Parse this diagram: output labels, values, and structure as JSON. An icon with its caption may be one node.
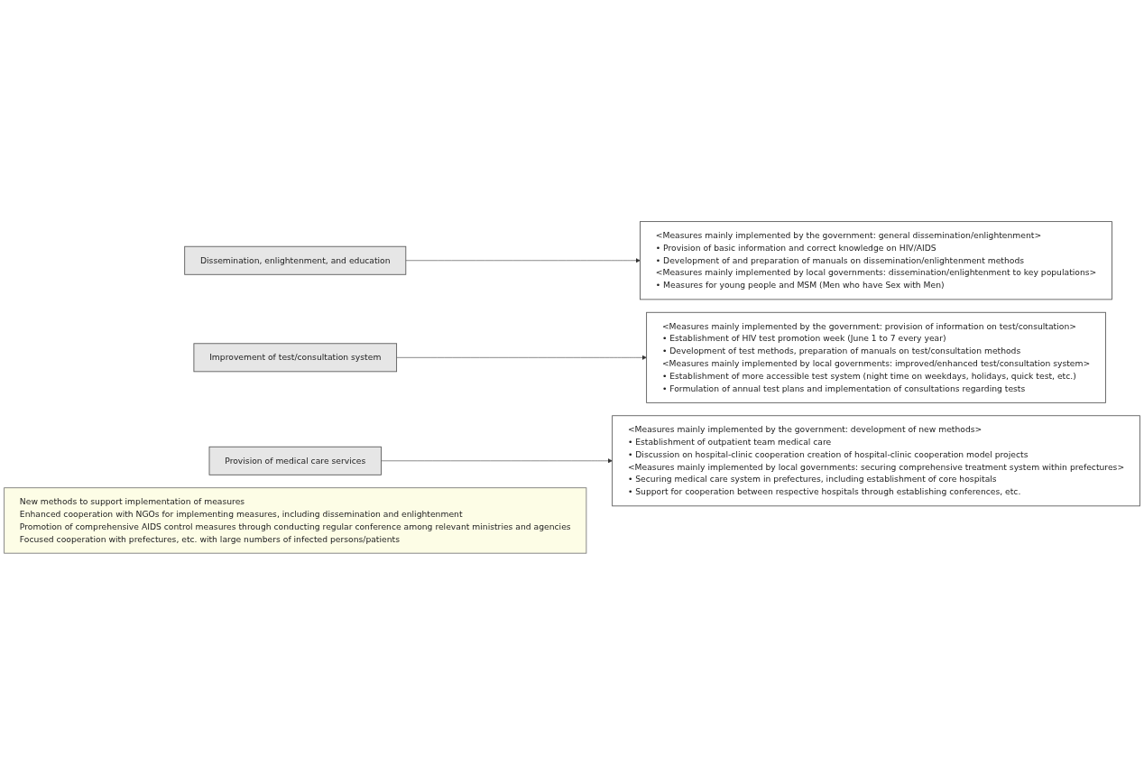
{
  "diagram": {
    "nodes": [
      {
        "text": [
          "Dissemination, enlightenment, and education"
        ]
      },
      {
        "text": [
          "<Measures mainly implemented by the government: general dissemination/enlightenment>",
          "• Provision of basic information and correct knowledge on HIV/AIDS",
          "• Development of and preparation of manuals on dissemination/enlightenment methods",
          "<Measures mainly implemented by local governments: dissemination/enlightenment to key populations>",
          "• Measures for young people and MSM (Men who have Sex with Men)"
        ]
      },
      {
        "text": [
          "Improvement of test/consultation system"
        ]
      },
      {
        "text": [
          "<Measures mainly implemented by the government: provision of information on test/consultation>",
          "• Establishment of HIV test promotion week (June 1 to 7 every year)",
          "• Development of test methods, preparation of manuals on test/consultation methods",
          "<Measures mainly implemented by local governments: improved/enhanced test/consultation system>",
          "• Establishment of more accessible test system (night time on weekdays, holidays, quick test, etc.)",
          "• Formulation of annual test plans and implementation of consultations regarding tests"
        ]
      },
      {
        "text": [
          "Provision of medical care services"
        ]
      },
      {
        "text": [
          "<Measures mainly implemented by the government: development of new methods>",
          "• Establishment of outpatient team medical care",
          "• Discussion on hospital-clinic cooperation creation of hospital-clinic cooperation model projects",
          "<Measures mainly implemented by local governments: securing comprehensive treatment system within prefectures>",
          "• Securing medical care system in prefectures, including establishment of core hospitals",
          "• Support for cooperation between respective hospitals through establishing conferences, etc."
        ]
      },
      {
        "text": [
          "New methods to support implementation of measures",
          "Enhanced cooperation with NGOs for implementing measures, including dissemination and enlightenment",
          "Promotion of comprehensive AIDS control measures through conducting regular conference among relevant ministries and agencies",
          "Focused cooperation with prefectures, etc. with large numbers of infected persons/patients"
        ]
      }
    ],
    "edges": [
      {
        "from": 0,
        "to": 1,
        "arrow": "to"
      },
      {
        "from": 2,
        "to": 3,
        "arrow": "to"
      },
      {
        "from": 4,
        "to": 5,
        "arrow": "to"
      }
    ]
  }
}
